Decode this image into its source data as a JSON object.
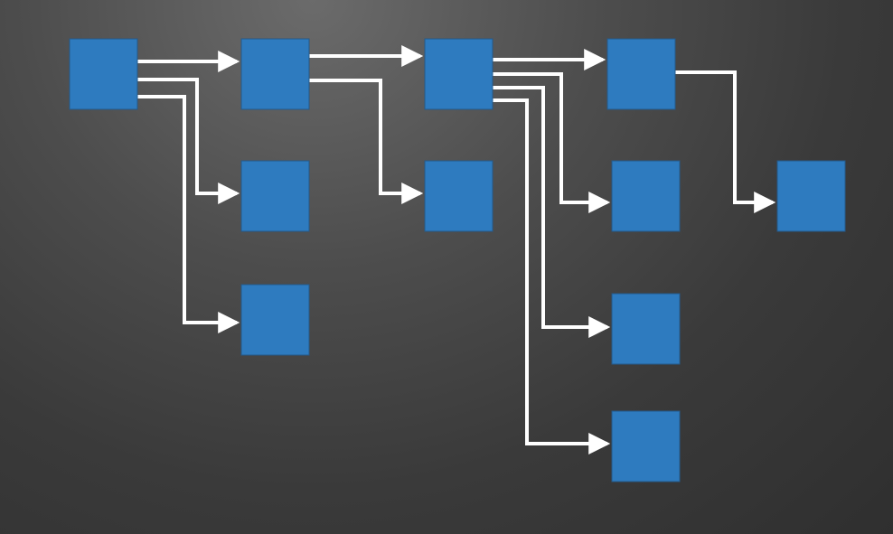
{
  "diagram": {
    "type": "tree",
    "node_color": "#2e7bbf",
    "edge_color": "#ffffff",
    "nodes": [
      {
        "id": "n0"
      },
      {
        "id": "n1"
      },
      {
        "id": "n2"
      },
      {
        "id": "n3"
      },
      {
        "id": "n4"
      },
      {
        "id": "n5"
      },
      {
        "id": "n6"
      },
      {
        "id": "n7"
      },
      {
        "id": "n8"
      },
      {
        "id": "n9"
      },
      {
        "id": "n10"
      },
      {
        "id": "n11"
      }
    ],
    "edges": [
      {
        "from": "n0",
        "to": "n1"
      },
      {
        "from": "n0",
        "to": "n2"
      },
      {
        "from": "n0",
        "to": "n3"
      },
      {
        "from": "n1",
        "to": "n4"
      },
      {
        "from": "n1",
        "to": "n5"
      },
      {
        "from": "n4",
        "to": "n6"
      },
      {
        "from": "n4",
        "to": "n7"
      },
      {
        "from": "n4",
        "to": "n8"
      },
      {
        "from": "n4",
        "to": "n9"
      },
      {
        "from": "n6",
        "to": "n10"
      }
    ]
  }
}
